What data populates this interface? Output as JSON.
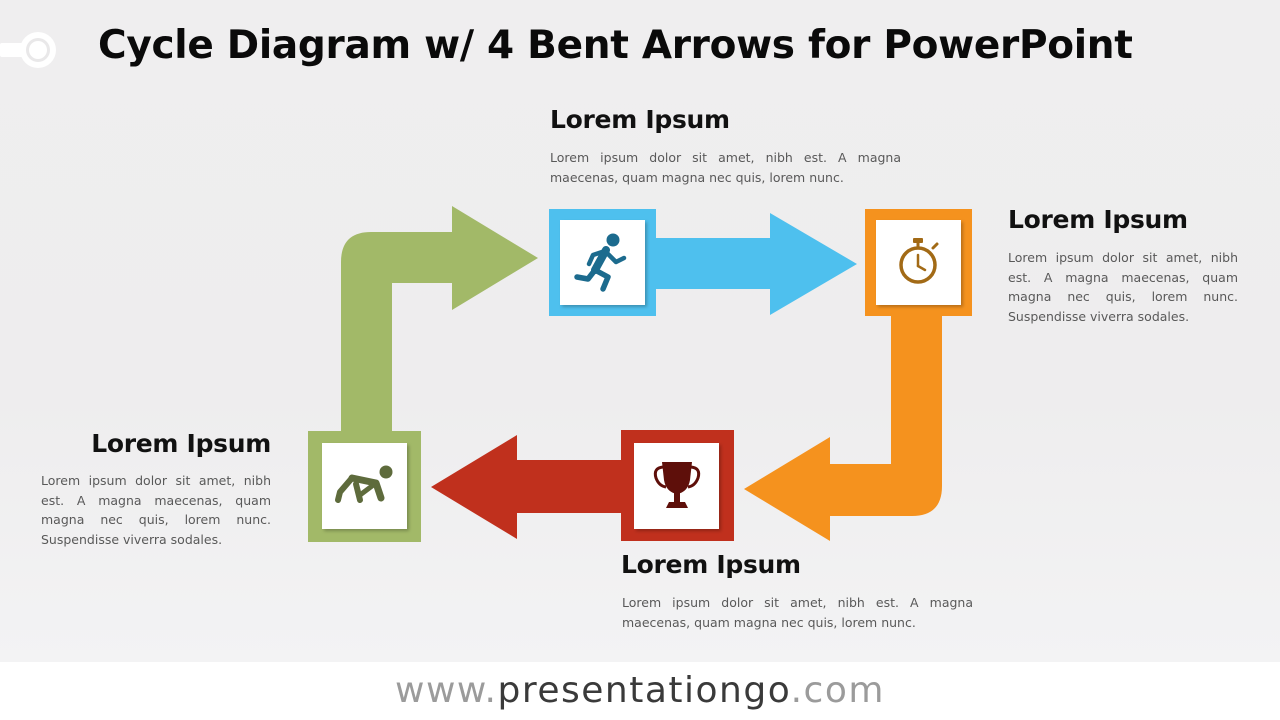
{
  "title": "Cycle Diagram w/ 4 Bent Arrows for PowerPoint",
  "steps": [
    {
      "id": "start",
      "heading": "Lorem Ipsum",
      "body": "Lorem ipsum dolor sit amet, nibh est. A magna maecenas, quam magna nec quis, lorem nunc. Suspendisse viverra sodales.",
      "icon": "crouching-start-runner-icon",
      "color": "#A2B968"
    },
    {
      "id": "run",
      "heading": "Lorem Ipsum",
      "body": "Lorem ipsum dolor sit amet, nibh est. A magna maecenas, quam magna nec quis, lorem nunc.",
      "icon": "running-person-icon",
      "color": "#4EC0EE"
    },
    {
      "id": "time",
      "heading": "Lorem Ipsum",
      "body": "Lorem ipsum dolor sit amet, nibh est. A magna maecenas, quam magna nec quis, lorem nunc. Suspendisse viverra sodales.",
      "icon": "stopwatch-icon",
      "color": "#F5921E"
    },
    {
      "id": "win",
      "heading": "Lorem Ipsum",
      "body": "Lorem ipsum dolor sit amet, nibh est. A magna maecenas, quam magna nec quis, lorem nunc.",
      "icon": "trophy-icon",
      "color": "#C0301D"
    }
  ],
  "footer": {
    "prefix": "www.",
    "domain": "presentationgo",
    "suffix": ".com"
  }
}
